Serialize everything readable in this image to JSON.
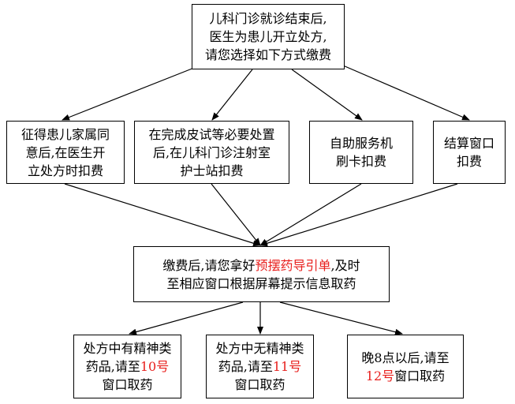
{
  "boxes": {
    "top": {
      "lines": [
        "儿科门诊就诊结束后,",
        "医生为患儿开立处方,",
        "请您选择如下方式缴费"
      ]
    },
    "option1": {
      "lines": [
        "征得患儿家属同",
        "意后,在医生开",
        "立处方时扣费"
      ]
    },
    "option2": {
      "lines": [
        "在完成皮试等必要处置",
        "后,在儿科门诊注射室",
        "护士站扣费"
      ]
    },
    "option3": {
      "lines": [
        "自助服务机",
        "刷卡扣费"
      ]
    },
    "option4": {
      "lines": [
        "结算窗口",
        "扣费"
      ]
    },
    "middle": {
      "line1_prefix": "缴费后,请您拿好",
      "line1_highlight": "预摆药导引单",
      "line1_suffix": ",及时",
      "line2": "至相应窗口根据屏幕提示信息取药"
    },
    "lower1": {
      "line1": "处方中有精神类",
      "line2_prefix": "药品,请至",
      "line2_highlight": "10号",
      "line3": "窗口取药"
    },
    "lower2": {
      "line1": "处方中无精神类",
      "line2_prefix": "药品,请至",
      "line2_highlight": "11号",
      "line3": "窗口取药"
    },
    "lower3": {
      "line1": "晚8点以后,请至",
      "line2_highlight": "12号",
      "line2_suffix": "窗口取药"
    }
  },
  "colors": {
    "line": "#000000",
    "highlight": "#e8201e"
  }
}
